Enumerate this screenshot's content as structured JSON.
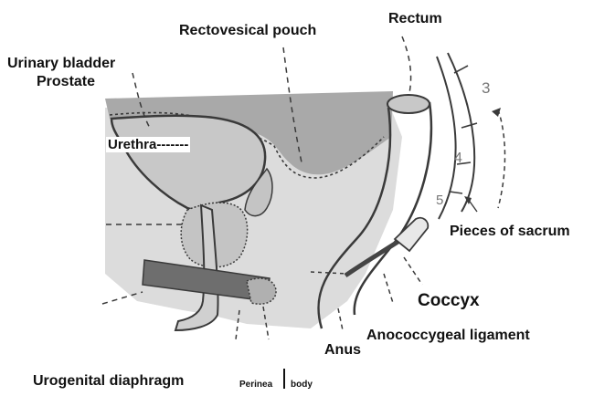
{
  "labels": {
    "rectovesical_pouch": "Rectovesical pouch",
    "rectum": "Rectum",
    "urinary_bladder": "Urinary bladder",
    "prostate": "Prostate",
    "urethra": "Urethra-------",
    "pieces_of_sacrum": "Pieces of sacrum",
    "coccyx": "Coccyx",
    "anococcygeal_ligament": "Anococcygeal ligament",
    "anus": "Anus",
    "urogenital_diaphragm": "Urogenital diaphragm",
    "perineal_body_left": "Perinea",
    "perineal_body_right": "body"
  },
  "sacral_numbers": [
    "3",
    "4",
    "5"
  ],
  "colors": {
    "peritoneum_fill": "#a9a9a9",
    "tissue_fill": "#dcdcdc",
    "organ_fill": "#c8c8c8",
    "outline": "#3a3a3a",
    "diaphragm_fill": "#6e6e6e"
  }
}
